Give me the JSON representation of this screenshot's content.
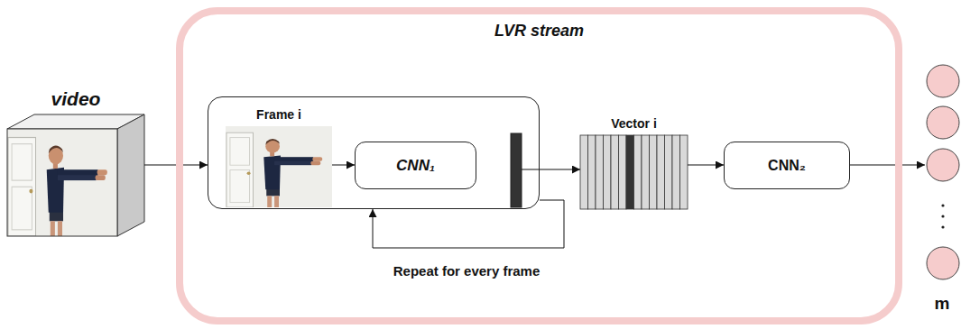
{
  "diagram": {
    "nodes": [
      {
        "text": [
          "video"
        ]
      },
      {
        "text": [
          "LVR stream"
        ]
      },
      {
        "text": [],
        "in": 1
      },
      {
        "text": [
          "Frame i"
        ],
        "in": 2
      },
      {
        "text": [
          "CNN₁"
        ],
        "in": 2
      },
      {
        "text": [
          "Vector i"
        ],
        "in": 1
      },
      {
        "text": [
          "CNN₂"
        ],
        "in": 1
      },
      {
        "text": [
          "m"
        ]
      }
    ],
    "edges": [
      {
        "from": 0,
        "to": 2,
        "arrow": "to"
      },
      {
        "from": 3,
        "to": 4,
        "arrow": "to"
      },
      {
        "from": 2,
        "to": 2,
        "label": "Repeat for every frame",
        "arrow": "to"
      },
      {
        "from": 2,
        "to": 5,
        "arrow": "to"
      },
      {
        "from": 5,
        "to": 6,
        "arrow": "to"
      },
      {
        "from": 6,
        "to": 7,
        "arrow": "to"
      }
    ]
  }
}
